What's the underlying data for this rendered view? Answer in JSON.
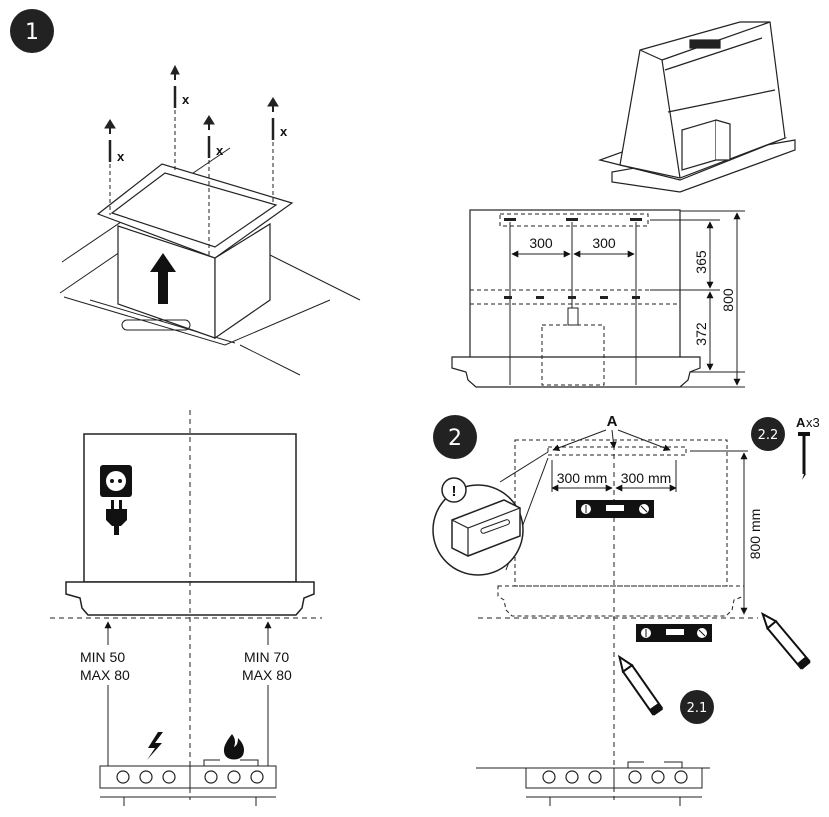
{
  "steps": {
    "step1": "1",
    "step2": "2",
    "step2_1": "2.1",
    "step2_2": "2.2"
  },
  "screws_label": "x",
  "top_right": {
    "spacing_left": "300",
    "spacing_right": "300",
    "height_upper": "365",
    "height_lower": "372",
    "height_total": "800"
  },
  "bottom_left": {
    "left_min": "MIN  50",
    "left_max": "MAX 80",
    "right_min": "MIN 70",
    "right_max": "MAX 80"
  },
  "bottom_right": {
    "point_label": "A",
    "screws_count": "x3",
    "spacing_left": "300 mm",
    "spacing_right": "300 mm",
    "height": "800 mm",
    "warning": "!"
  },
  "icons": {
    "socket": "power-socket-icon",
    "plug": "power-plug-icon",
    "electric": "lightning-icon",
    "gas": "flame-icon",
    "level": "spirit-level-icon",
    "pencil": "pencil-icon",
    "screw": "screw-icon"
  }
}
